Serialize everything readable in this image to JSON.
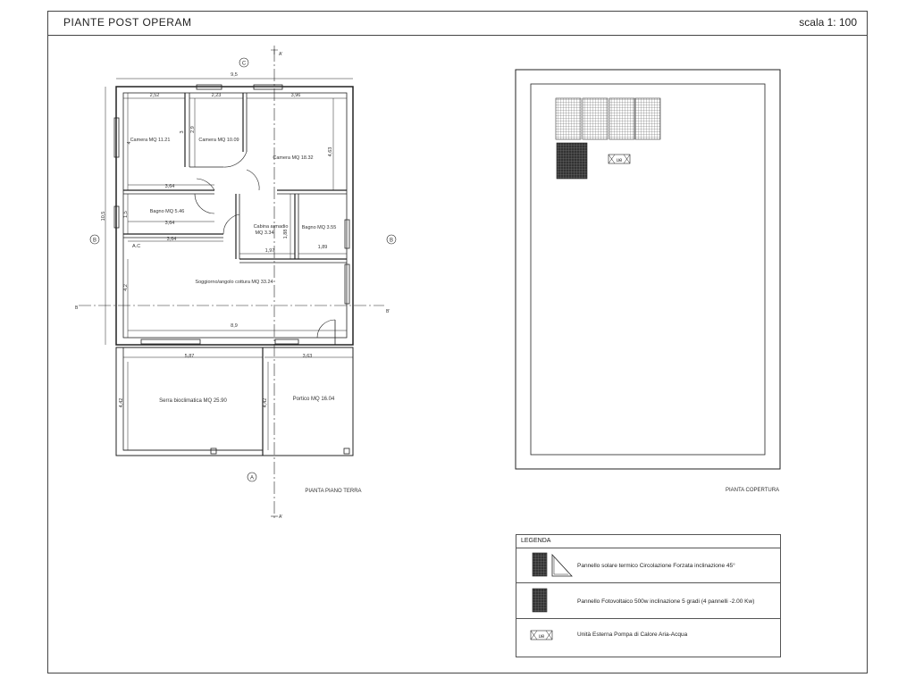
{
  "header": {
    "title": "PIANTE  POST OPERAM",
    "scale": "scala 1: 100"
  },
  "plan": {
    "caption": "PIANTA PIANO TERRA",
    "axis_c": "C",
    "axis_a": "A",
    "axis_b_left": "B",
    "axis_b_right": "B",
    "cut_left": "B",
    "cut_right": "B'",
    "cut_top": "A'",
    "cut_bottom": "A'",
    "dims": {
      "overall_width": "9,5",
      "overall_height": "10,5",
      "d252": "2,52",
      "d223": "2,23",
      "d396": "3,96",
      "d29": "2,9",
      "d3": "3",
      "d4": "4",
      "d463": "4,63",
      "d364a": "3,64",
      "d364b": "3,64",
      "d364c": "3,64",
      "d15": "1,5",
      "d188": "1,88",
      "d42": "4,2",
      "d197": "1,97",
      "d189": "1,89",
      "d89": "8,9",
      "d587": "5,87",
      "d363": "3,63",
      "d442a": "4,42",
      "d442b": "4,42",
      "ac": "A.C"
    },
    "rooms": {
      "camera1": "Camera MQ 11.21",
      "camera2": "Camera MQ 10.09",
      "camera3": "Camera MQ 18.32",
      "bagno1": "Bagno MQ 5.46",
      "cabina_l1": "Cabina armadio",
      "cabina_l2": "MQ 3.34",
      "bagno2": "Bagno MQ 3.55",
      "soggiorno": "Soggiorno/angolo cottura MQ 33.24",
      "serra": "Serra bioclimatica MQ 25.90",
      "portico": "Portico MQ 16.04"
    }
  },
  "roof": {
    "caption": "PIANTA COPERTURA",
    "ue_label": "ue"
  },
  "legend": {
    "title": "LEGENDA",
    "items": [
      {
        "label": "Pannello solare termico Circolazione Forzata inclinazione 45°",
        "icon": "solar-thermal-panel-icon"
      },
      {
        "label": "Pannello Fotovoltaico 500w inclinazione 5 gradi (4 pannelli -2.00 Kw)",
        "icon": "photovoltaic-panel-icon"
      },
      {
        "label": "Unità Esterna Pompa di Calore Aria-Acqua",
        "icon": "heat-pump-unit-icon",
        "ue_label": "ue"
      }
    ]
  }
}
